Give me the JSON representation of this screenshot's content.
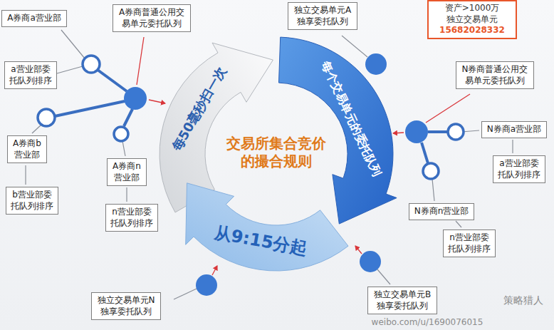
{
  "diagram": {
    "nodes": [
      {
        "text": [
          "A券商a营业部"
        ]
      },
      {
        "text": [
          "a营业部委托队列排序"
        ]
      },
      {
        "text": [
          "A券商普通公用交易单元委托队列"
        ]
      },
      {
        "text": [
          "A券商b营业部"
        ]
      },
      {
        "text": [
          "b营业部委托队列排序"
        ]
      },
      {
        "text": [
          "A券商n营业部"
        ]
      },
      {
        "text": [
          "n营业部委托队列排序"
        ]
      },
      {
        "text": [
          "独立交易单元A独享委托队列"
        ]
      },
      {
        "text": [
          "资产>1000万",
          "独立交易单元",
          "15682028332"
        ]
      },
      {
        "text": [
          "N券商普通公用交易单元委托队列"
        ]
      },
      {
        "text": [
          "N券商a营业部"
        ]
      },
      {
        "text": [
          "a营业部委托队列排序"
        ]
      },
      {
        "text": [
          "N券商n营业部"
        ]
      },
      {
        "text": [
          "n营业部委托队列排序"
        ]
      },
      {
        "text": [
          "独立交易单元N独享委托队列"
        ]
      },
      {
        "text": [
          "独立交易单元B独享委托队列"
        ]
      }
    ],
    "labels": [
      "每50毫秒扫一次",
      "每个交易单元的委托队列",
      "从9:15分起",
      "交易所集合竞价的撮合规则",
      "策略猎人",
      "weibo.com/u/1690076015"
    ]
  }
}
